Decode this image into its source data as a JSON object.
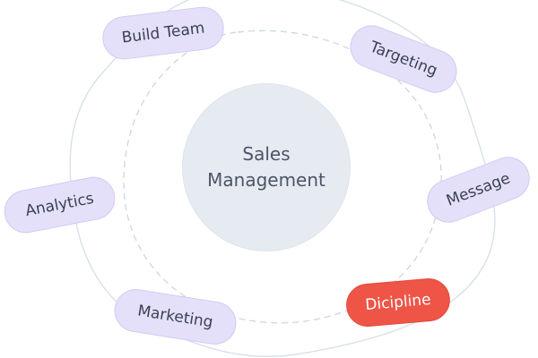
{
  "center": {
    "title_line1": "Sales",
    "title_line2": "Management"
  },
  "nodes": [
    {
      "label": "Build Team",
      "active": false
    },
    {
      "label": "Targeting",
      "active": false
    },
    {
      "label": "Message",
      "active": false
    },
    {
      "label": "Dicipline",
      "active": true
    },
    {
      "label": "Marketing",
      "active": false
    },
    {
      "label": "Analytics",
      "active": false
    }
  ],
  "colors": {
    "node_fill": "#e4e0fa",
    "node_active_fill": "#ee5547",
    "hub_fill": "#e6ebf2",
    "ring_stroke": "#cfdce6"
  }
}
